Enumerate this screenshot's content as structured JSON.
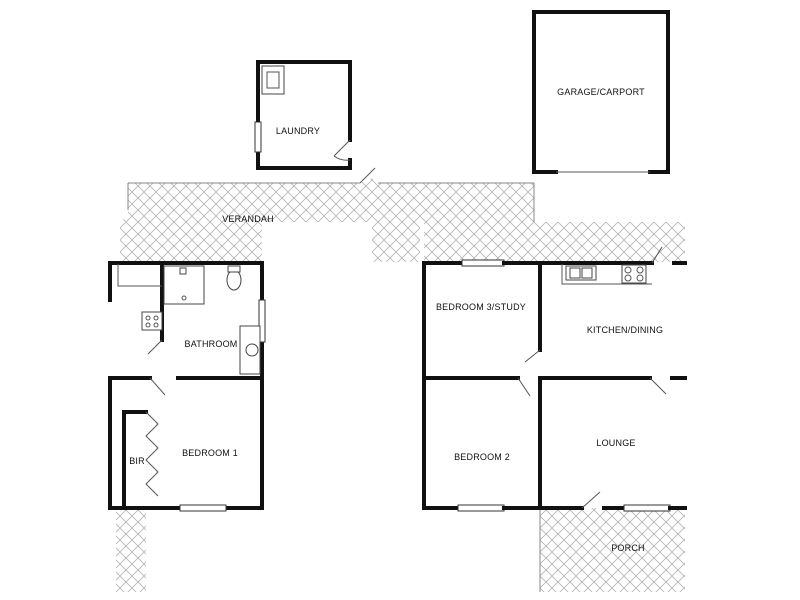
{
  "floorplan": {
    "rooms": {
      "laundry": "LAUNDRY",
      "garage": "GARAGE/CARPORT",
      "verandah": "VERANDAH",
      "bathroom": "BATHROOM",
      "bedroom3": "BEDROOM 3/STUDY",
      "kitchen": "KITCHEN/DINING",
      "bedroom1": "BEDROOM 1",
      "bir": "BIR",
      "bedroom2": "BEDROOM 2",
      "lounge": "LOUNGE",
      "porch": "PORCH"
    }
  }
}
